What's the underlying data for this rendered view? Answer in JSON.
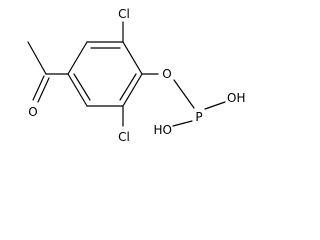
{
  "molecule": {
    "atoms": {
      "cl_top": "Cl",
      "cl_bottom": "Cl",
      "o_ether": "O",
      "phosphorus": "P",
      "o_hydroxyl_right": "OH",
      "o_hydroxyl_left": "HO",
      "o_carbonyl": "O"
    }
  }
}
